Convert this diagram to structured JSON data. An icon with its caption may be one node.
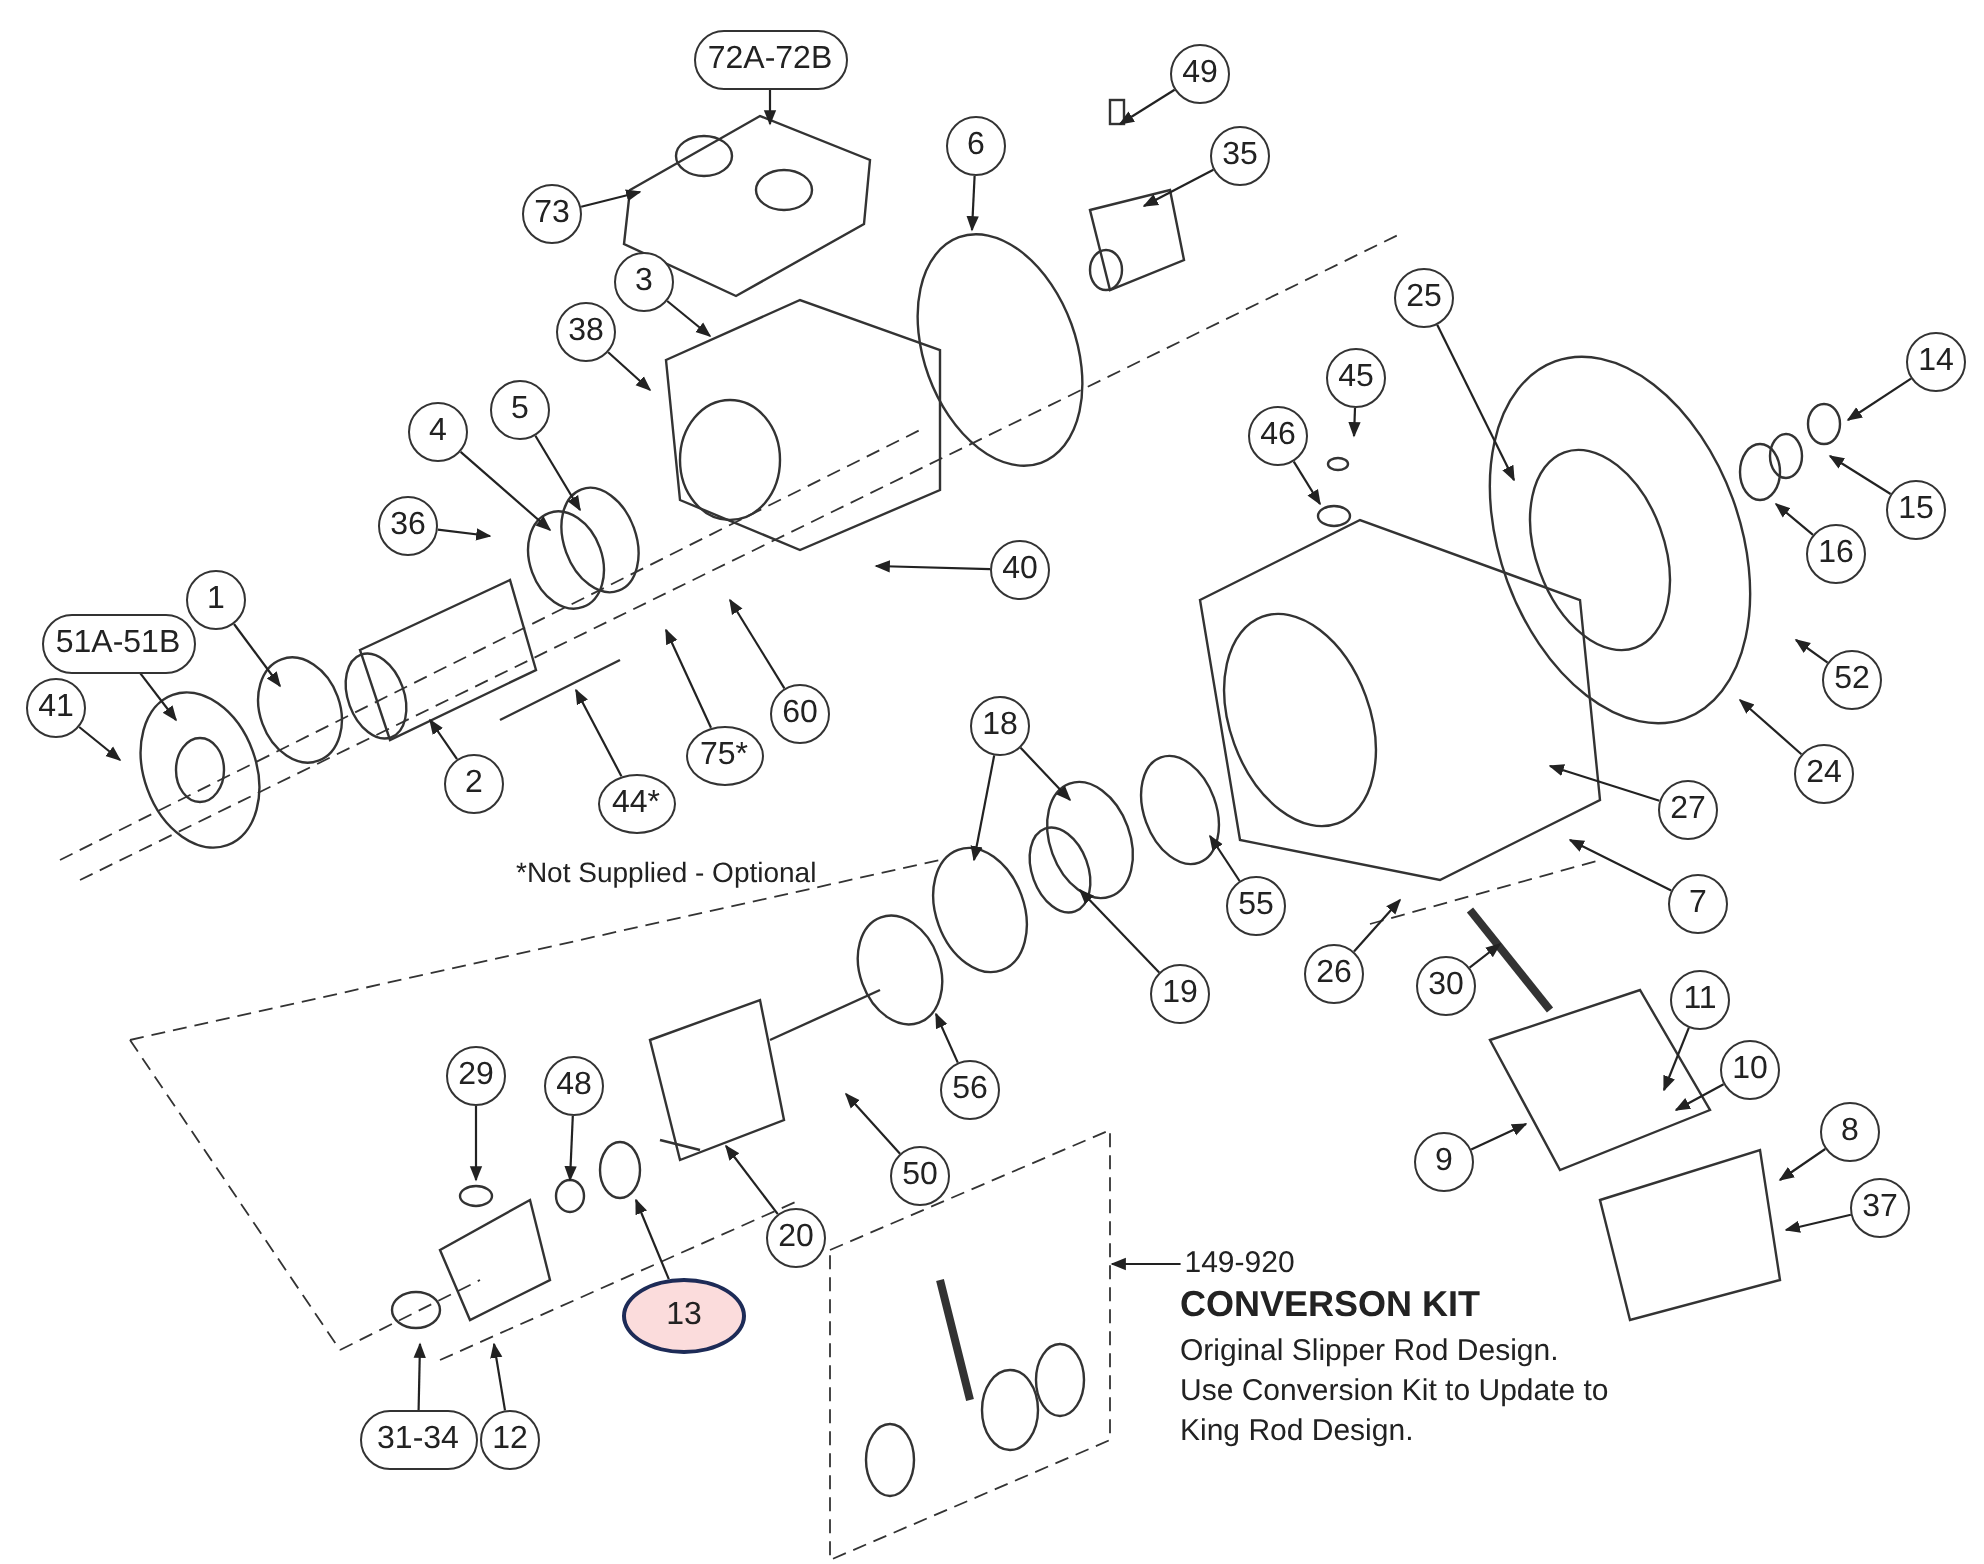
{
  "diagram": {
    "nodes": [
      {
        "text": [
          "72A-72B"
        ]
      },
      {
        "text": [
          "49"
        ]
      },
      {
        "text": [
          "6"
        ]
      },
      {
        "text": [
          "35"
        ]
      },
      {
        "text": [
          "73"
        ]
      },
      {
        "text": [
          "3"
        ]
      },
      {
        "text": [
          "38"
        ]
      },
      {
        "text": [
          "25"
        ]
      },
      {
        "text": [
          "14"
        ]
      },
      {
        "text": [
          "45"
        ]
      },
      {
        "text": [
          "46"
        ]
      },
      {
        "text": [
          "4"
        ]
      },
      {
        "text": [
          "5"
        ]
      },
      {
        "text": [
          "15"
        ]
      },
      {
        "text": [
          "16"
        ]
      },
      {
        "text": [
          "36"
        ]
      },
      {
        "text": [
          "40"
        ]
      },
      {
        "text": [
          "51A-51B"
        ]
      },
      {
        "text": [
          "1"
        ]
      },
      {
        "text": [
          "41"
        ]
      },
      {
        "text": [
          "52"
        ]
      },
      {
        "text": [
          "60"
        ]
      },
      {
        "text": [
          "75*"
        ]
      },
      {
        "text": [
          "2"
        ]
      },
      {
        "text": [
          "44*"
        ]
      },
      {
        "text": [
          "24"
        ]
      },
      {
        "text": [
          "27"
        ]
      },
      {
        "text": [
          "18"
        ]
      },
      {
        "text": [
          "7"
        ]
      },
      {
        "text": [
          "55"
        ]
      },
      {
        "text": [
          "19"
        ]
      },
      {
        "text": [
          "26"
        ]
      },
      {
        "text": [
          "30"
        ]
      },
      {
        "text": [
          "11"
        ]
      },
      {
        "text": [
          "10"
        ]
      },
      {
        "text": [
          "9"
        ]
      },
      {
        "text": [
          "8"
        ]
      },
      {
        "text": [
          "37"
        ]
      },
      {
        "text": [
          "29"
        ]
      },
      {
        "text": [
          "48"
        ]
      },
      {
        "text": [
          "56"
        ]
      },
      {
        "text": [
          "50"
        ]
      },
      {
        "text": [
          "20"
        ]
      },
      {
        "text": [
          "13"
        ]
      },
      {
        "text": [
          "31-34"
        ]
      },
      {
        "text": [
          "12"
        ]
      },
      {
        "text": [
          "149-920"
        ]
      }
    ],
    "edges": [
      {
        "from": 0,
        "to": null,
        "arrow": "to"
      },
      {
        "from": 1,
        "to": null,
        "arrow": "to"
      },
      {
        "from": 2,
        "to": null,
        "arrow": "to"
      },
      {
        "from": 3,
        "to": null,
        "arrow": "to"
      },
      {
        "from": 4,
        "to": null,
        "arrow": "to"
      },
      {
        "from": 5,
        "to": null,
        "arrow": "to"
      },
      {
        "from": 6,
        "to": null,
        "arrow": "to"
      },
      {
        "from": 7,
        "to": null,
        "arrow": "to"
      },
      {
        "from": 8,
        "to": null,
        "arrow": "to"
      },
      {
        "from": 9,
        "to": null,
        "arrow": "to"
      },
      {
        "from": 10,
        "to": null,
        "arrow": "to"
      },
      {
        "from": 11,
        "to": null,
        "arrow": "to"
      },
      {
        "from": 12,
        "to": null,
        "arrow": "to"
      },
      {
        "from": 13,
        "to": null,
        "arrow": "to"
      },
      {
        "from": 14,
        "to": null,
        "arrow": "to"
      },
      {
        "from": 15,
        "to": null,
        "arrow": "to"
      },
      {
        "from": 16,
        "to": null,
        "arrow": "to"
      },
      {
        "from": 17,
        "to": null,
        "arrow": "to"
      },
      {
        "from": 18,
        "to": null,
        "arrow": "to"
      },
      {
        "from": 19,
        "to": null,
        "arrow": "to"
      },
      {
        "from": 20,
        "to": null,
        "arrow": "to"
      },
      {
        "from": 21,
        "to": null,
        "arrow": "to"
      },
      {
        "from": 22,
        "to": null,
        "arrow": "to"
      },
      {
        "from": 23,
        "to": null,
        "arrow": "to"
      },
      {
        "from": 24,
        "to": null,
        "arrow": "to"
      },
      {
        "from": 25,
        "to": null,
        "arrow": "to"
      },
      {
        "from": 26,
        "to": null,
        "arrow": "to"
      },
      {
        "from": 27,
        "to": null,
        "arrow": "to"
      },
      {
        "from": 27,
        "to": null,
        "arrow": "to"
      },
      {
        "from": 28,
        "to": null,
        "arrow": "to"
      },
      {
        "from": 29,
        "to": null,
        "arrow": "to"
      },
      {
        "from": 30,
        "to": null,
        "arrow": "to"
      },
      {
        "from": 31,
        "to": null,
        "arrow": "to"
      },
      {
        "from": 32,
        "to": null,
        "arrow": "to"
      },
      {
        "from": 33,
        "to": null,
        "arrow": "to"
      },
      {
        "from": 34,
        "to": null,
        "arrow": "to"
      },
      {
        "from": 35,
        "to": null,
        "arrow": "to"
      },
      {
        "from": 36,
        "to": null,
        "arrow": "to"
      },
      {
        "from": 37,
        "to": null,
        "arrow": "to"
      },
      {
        "from": 38,
        "to": null,
        "arrow": "to"
      },
      {
        "from": 39,
        "to": null,
        "arrow": "to"
      },
      {
        "from": 40,
        "to": null,
        "arrow": "to"
      },
      {
        "from": 41,
        "to": null,
        "arrow": "to"
      },
      {
        "from": 42,
        "to": null,
        "arrow": "to"
      },
      {
        "from": 43,
        "to": null,
        "arrow": "to"
      },
      {
        "from": 44,
        "to": null,
        "arrow": "to"
      },
      {
        "from": 45,
        "to": null,
        "arrow": "to"
      },
      {
        "from": 46,
        "to": null,
        "arrow": "to"
      }
    ],
    "labels": [
      "*Not Supplied - Optional",
      "CONVERSON KIT",
      "Original Slipper Rod Design. Use Conversion Kit to Update to King Rod Design."
    ]
  }
}
